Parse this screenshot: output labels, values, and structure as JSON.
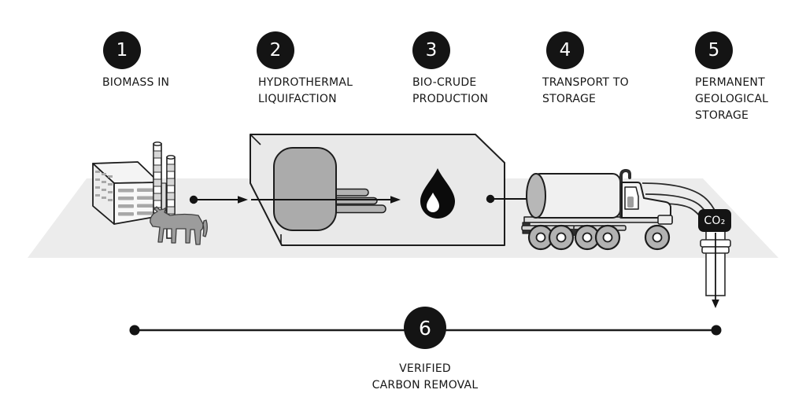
{
  "figure": {
    "steps": [
      {
        "number": "1",
        "label": "BIOMASS IN"
      },
      {
        "number": "2",
        "label": "HYDROTHERMAL\nLIQUIFACTION"
      },
      {
        "number": "3",
        "label": "BIO-CRUDE\nPRODUCTION"
      },
      {
        "number": "4",
        "label": "TRANSPORT TO\nSTORAGE"
      },
      {
        "number": "5",
        "label": "PERMANENT\nGEOLOGICAL\nSTORAGE"
      }
    ],
    "bottom_step": {
      "number": "6",
      "label": "VERIFIED\nCARBON REMOVAL"
    },
    "co2_chip": "CO₂",
    "colors": {
      "accent_black": "#141414",
      "ground_gray": "#ececec",
      "panel_gray": "#e9e9e9",
      "metal_gray": "#ababab"
    }
  }
}
